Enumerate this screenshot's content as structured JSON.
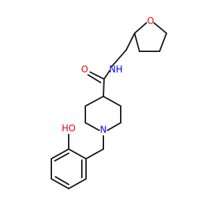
{
  "atoms": [
    {
      "id": "O_carbonyl",
      "label": "O",
      "color": "#e8000b"
    },
    {
      "id": "N_amide",
      "label": "NH",
      "color": "#0000ff"
    },
    {
      "id": "O_ring",
      "label": "O",
      "color": "#e8000b"
    },
    {
      "id": "N_piperidine",
      "label": "N",
      "color": "#0000ff"
    },
    {
      "id": "O_hydroxyl",
      "label": "HO",
      "color": "#e8000b"
    }
  ],
  "bond_color": "#1a1a1a"
}
